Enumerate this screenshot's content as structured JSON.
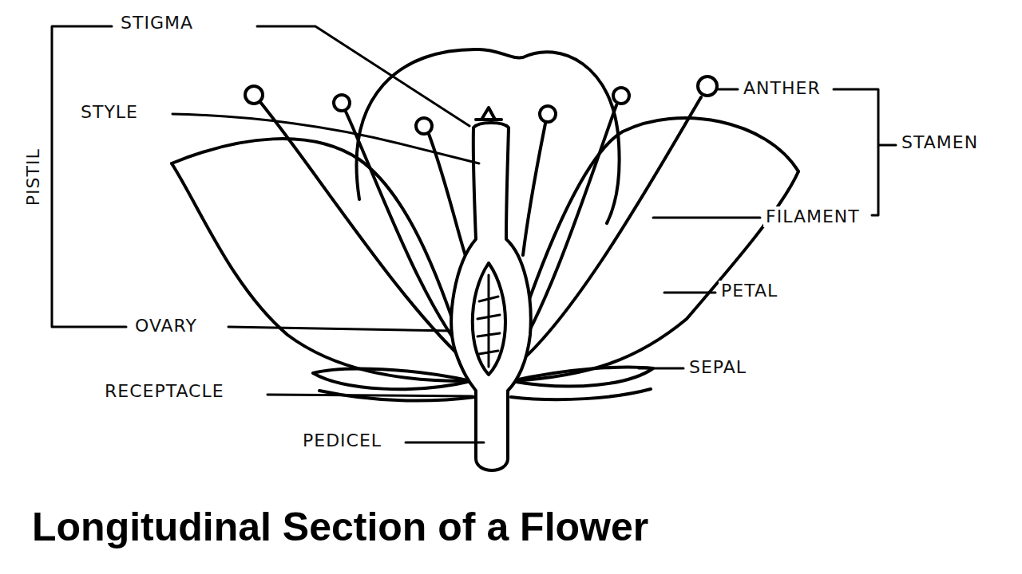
{
  "diagram": {
    "title": "Longitudinal Section of a Flower",
    "labels": [
      "STIGMA",
      "STYLE",
      "PISTIL",
      "OVARY",
      "RECEPTACLE",
      "PEDICEL",
      "ANTHER",
      "STAMEN",
      "FILAMENT",
      "PETAL",
      "SEPAL"
    ]
  }
}
